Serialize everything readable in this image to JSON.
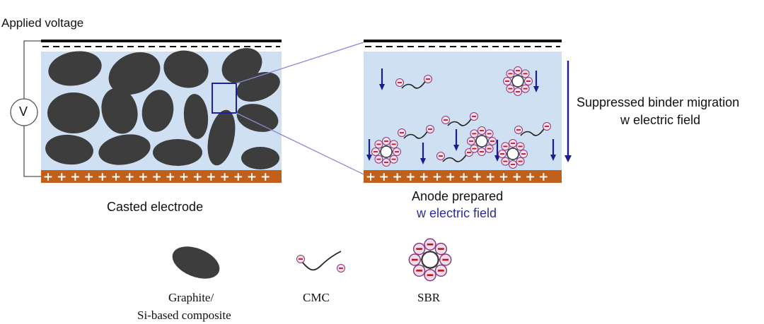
{
  "labels": {
    "applied_voltage": "Applied voltage",
    "voltmeter": "V",
    "casted_electrode": "Casted electrode",
    "anode_prepared": "Anode prepared",
    "w_electric_field": "w electric field",
    "suppressed_line1": "Suppressed binder migration",
    "suppressed_line2": "w electric field",
    "legend_graphite_line1": "Graphite/",
    "legend_graphite_line2": "Si-based composite",
    "legend_cmc": "CMC",
    "legend_sbr": "SBR"
  },
  "colors": {
    "electrolyte": "#cfe0f3",
    "particle": "#3d3d3d",
    "collector": "#c0601a",
    "arrow": "#1c1c8c",
    "charge_bubble": "#f4dcef",
    "charge_stroke": "#8a3a7a",
    "accent_text": "#2b2b9a",
    "zoom_lines": "#8a8ad0"
  },
  "symbols": {
    "plus": "+",
    "minus": "−"
  }
}
